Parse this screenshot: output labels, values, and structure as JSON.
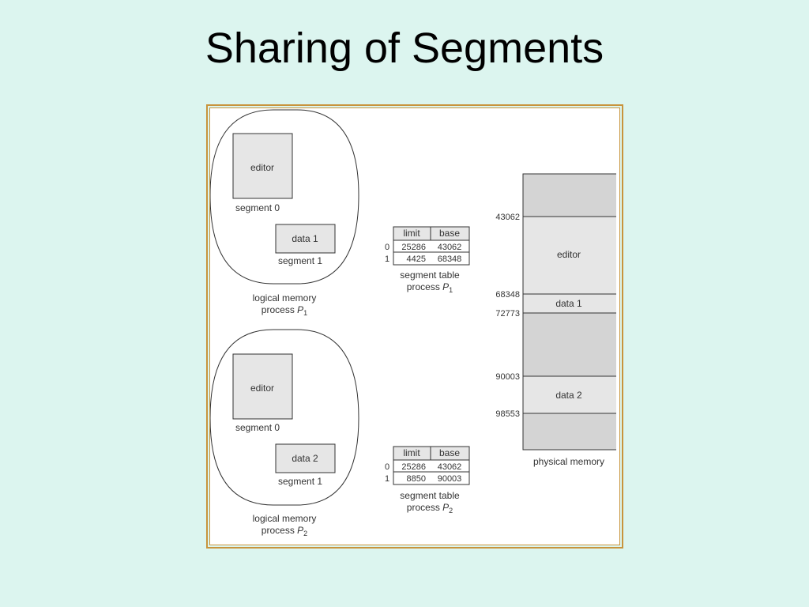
{
  "title": "Sharing of Segments",
  "process1": {
    "logical": {
      "segment0_box": "editor",
      "segment0_label": "segment 0",
      "segment1_box": "data 1",
      "segment1_label": "segment 1",
      "caption_line1": "logical memory",
      "caption_line2_prefix": "process ",
      "caption_var": "P",
      "caption_sub": "1"
    },
    "table": {
      "headers": [
        "limit",
        "base"
      ],
      "rows": [
        {
          "index": "0",
          "limit": "25286",
          "base": "43062"
        },
        {
          "index": "1",
          "limit": "4425",
          "base": "68348"
        }
      ],
      "caption_line1": "segment table",
      "caption_line2_prefix": "process ",
      "caption_var": "P",
      "caption_sub": "1"
    }
  },
  "process2": {
    "logical": {
      "segment0_box": "editor",
      "segment0_label": "segment 0",
      "segment1_box": "data 2",
      "segment1_label": "segment 1",
      "caption_line1": "logical memory",
      "caption_line2_prefix": "process ",
      "caption_var": "P",
      "caption_sub": "2"
    },
    "table": {
      "headers": [
        "limit",
        "base"
      ],
      "rows": [
        {
          "index": "0",
          "limit": "25286",
          "base": "43062"
        },
        {
          "index": "1",
          "limit": "8850",
          "base": "90003"
        }
      ],
      "caption_line1": "segment table",
      "caption_line2_prefix": "process ",
      "caption_var": "P",
      "caption_sub": "2"
    }
  },
  "physical_memory": {
    "caption": "physical memory",
    "addresses": [
      "43062",
      "68348",
      "72773",
      "90003",
      "98553"
    ],
    "blocks": [
      "editor",
      "data 1",
      "data 2"
    ]
  },
  "colors": {
    "background": "#dcf5ef",
    "frame_border": "#c8943c",
    "block_fill": "#e6e6e6",
    "free_fill": "#d4d4d4"
  }
}
